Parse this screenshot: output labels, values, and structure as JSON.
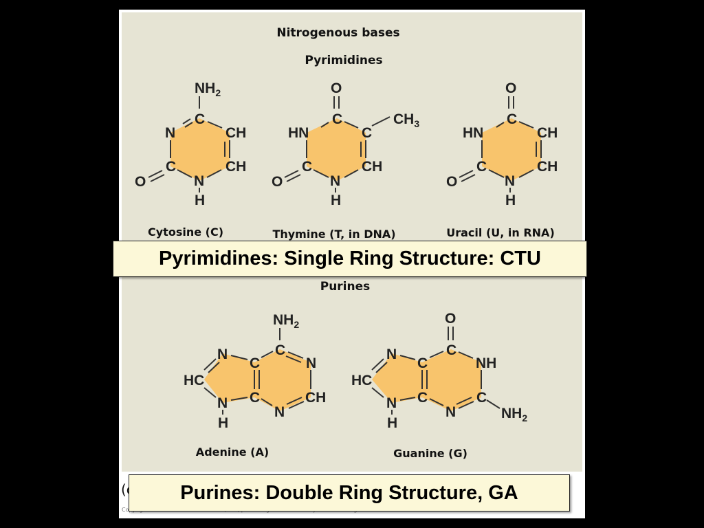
{
  "slide": {
    "title": "Nitrogenous bases",
    "pyrimidines_heading": "Pyrimidines",
    "purines_heading": "Purines",
    "banner_pyrimidines": "Pyrimidines: Single Ring Structure: CTU",
    "banner_purines": "Purines: Double Ring Structure, GA",
    "figure_label": "(c",
    "copyright": "Copyright © 2008 Pearson Education, Inc., publishing as Pearson Benjamin Cummings."
  },
  "molecules": {
    "cytosine": {
      "caption": "Cytosine (C)",
      "atoms": {
        "top_substituent": "NH2",
        "c_top": "C",
        "n_left": "N",
        "ch_right_top": "CH",
        "c_left_bottom": "C",
        "ch_right_bottom": "CH",
        "n_bottom": "N",
        "h_bottom": "H",
        "o_left": "O"
      }
    },
    "thymine": {
      "caption": "Thymine (T, in DNA)",
      "atoms": {
        "o_top": "O",
        "c_top": "C",
        "ch3": "CH3",
        "hn_left": "HN",
        "c_right_top": "C",
        "c_left_bottom": "C",
        "ch_right_bottom": "CH",
        "n_bottom": "N",
        "h_bottom": "H",
        "o_left": "O"
      }
    },
    "uracil": {
      "caption": "Uracil (U, in RNA)",
      "atoms": {
        "o_top": "O",
        "c_top": "C",
        "hn_left": "HN",
        "ch_right_top": "CH",
        "c_left_bottom": "C",
        "ch_right_bottom": "CH",
        "n_bottom": "N",
        "h_bottom": "H",
        "o_left": "O"
      }
    },
    "adenine": {
      "caption": "Adenine (A)",
      "atoms": {
        "nh2_top": "NH2",
        "c_top": "C",
        "n_right_top": "N",
        "ch_right_bottom": "CH",
        "n_bottom": "N",
        "c_fuse_top": "C",
        "c_fuse_bottom": "C",
        "n7": "N",
        "hc8": "HC",
        "n9": "N",
        "h9": "H"
      }
    },
    "guanine": {
      "caption": "Guanine (G)",
      "atoms": {
        "o_top": "O",
        "c_top": "C",
        "nh_right": "NH",
        "c_right_bottom": "C",
        "nh2_right": "NH2",
        "n_bottom": "N",
        "c_fuse_top": "C",
        "c_fuse_bottom": "C",
        "n7": "N",
        "hc8": "HC",
        "n9": "N",
        "h9": "H"
      }
    }
  }
}
